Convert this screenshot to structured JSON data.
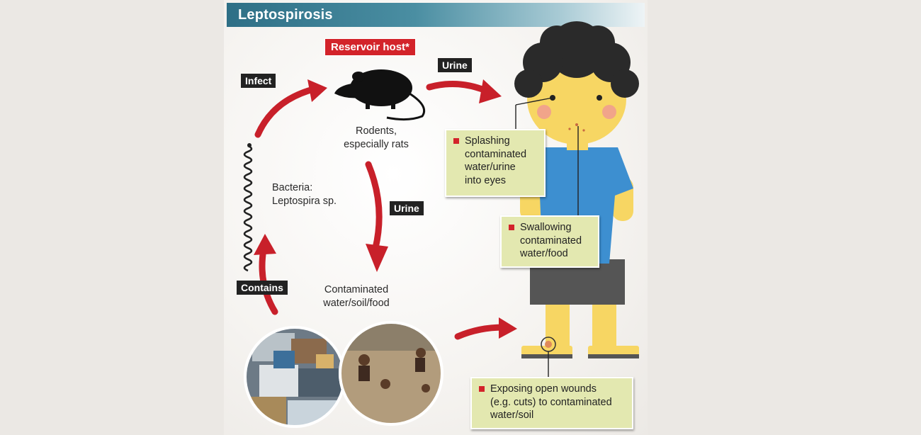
{
  "title": "Leptospirosis",
  "reservoir_label": "Reservoir host*",
  "rodent_caption": "Rodents,\nespecially rats",
  "bacteria_caption": "Bacteria:\nLeptospira sp.",
  "contaminated_caption": "Contaminated\nwater/soil/food",
  "arrow_labels": {
    "infect": "Infect",
    "urine_right": "Urine",
    "urine_down": "Urine",
    "contains": "Contains"
  },
  "callouts": {
    "eyes": "Splashing\ncontaminated\nwater/urine\ninto eyes",
    "swallow": "Swallowing\ncontaminated\nwater/food",
    "wounds": "Exposing open wounds\n(e.g. cuts) to contaminated\nwater/soil"
  },
  "colors": {
    "accent_red": "#d3232a",
    "callout_bg": "#e3e8b0",
    "title_bar": "#2e6f86",
    "shirt": "#3d8fd0",
    "shorts": "#555555",
    "skin": "#f7d663"
  },
  "icons": [
    "rat-icon",
    "bacteria-icon",
    "boy-illustration",
    "garbage-photo",
    "flood-photo"
  ]
}
